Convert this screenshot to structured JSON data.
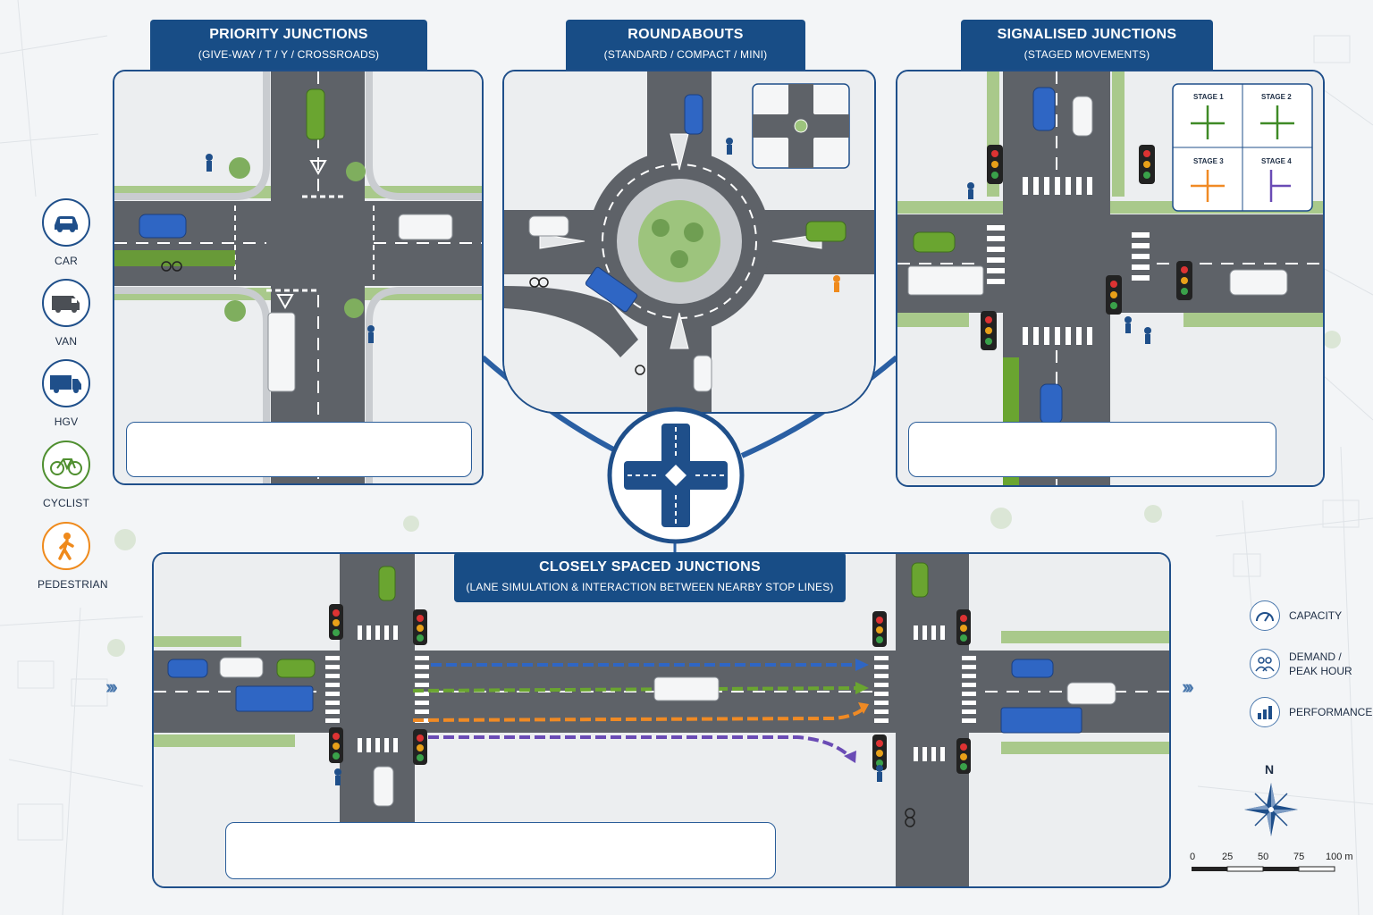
{
  "panels": {
    "priority": {
      "title": "PRIORITY JUNCTIONS",
      "subtitle": "(GIVE-WAY / T / Y / CROSSROADS)"
    },
    "roundabouts": {
      "title": "ROUNDABOUTS",
      "subtitle": "(STANDARD / COMPACT / MINI)"
    },
    "signalised": {
      "title": "SIGNALISED JUNCTIONS",
      "subtitle": "(STAGED MOVEMENTS)"
    },
    "closely_spaced": {
      "title": "CLOSELY SPACED JUNCTIONS",
      "subtitle": "(LANE SIMULATION & INTERACTION BETWEEN NEARBY STOP LINES)"
    }
  },
  "stages": [
    "STAGE 1",
    "STAGE 2",
    "STAGE 3",
    "STAGE 4"
  ],
  "legend": [
    {
      "label": "CAR",
      "icon": "car-icon",
      "color": "#1f4f8a"
    },
    {
      "label": "VAN",
      "icon": "van-icon",
      "color": "#1f4f8a"
    },
    {
      "label": "HGV",
      "icon": "hgv-icon",
      "color": "#1f4f8a"
    },
    {
      "label": "CYCLIST",
      "icon": "cyclist-icon",
      "color": "#4f8f2f"
    },
    {
      "label": "PEDESTRIAN",
      "icon": "pedestrian-icon",
      "color": "#ef8a1c"
    }
  ],
  "metrics": [
    {
      "label_line1": "CAPACITY",
      "label_line2": "",
      "icon": "gauge-icon"
    },
    {
      "label_line1": "DEMAND /",
      "label_line2": "PEAK HOUR",
      "icon": "people-icon"
    },
    {
      "label_line1": "PERFORMANCE",
      "label_line2": "",
      "icon": "bar-chart-icon"
    }
  ],
  "compass": {
    "north_label": "N"
  },
  "scale_bar": {
    "ticks": [
      "0",
      "25",
      "50",
      "75",
      "100 m"
    ]
  },
  "colors": {
    "navy": "#184d86",
    "lane_blue": "#2f66c4",
    "lane_green": "#6aa530",
    "lane_orange": "#f08a24",
    "lane_purple": "#6a4bb5",
    "road": "#5e6268",
    "grass": "#a9c98b"
  }
}
